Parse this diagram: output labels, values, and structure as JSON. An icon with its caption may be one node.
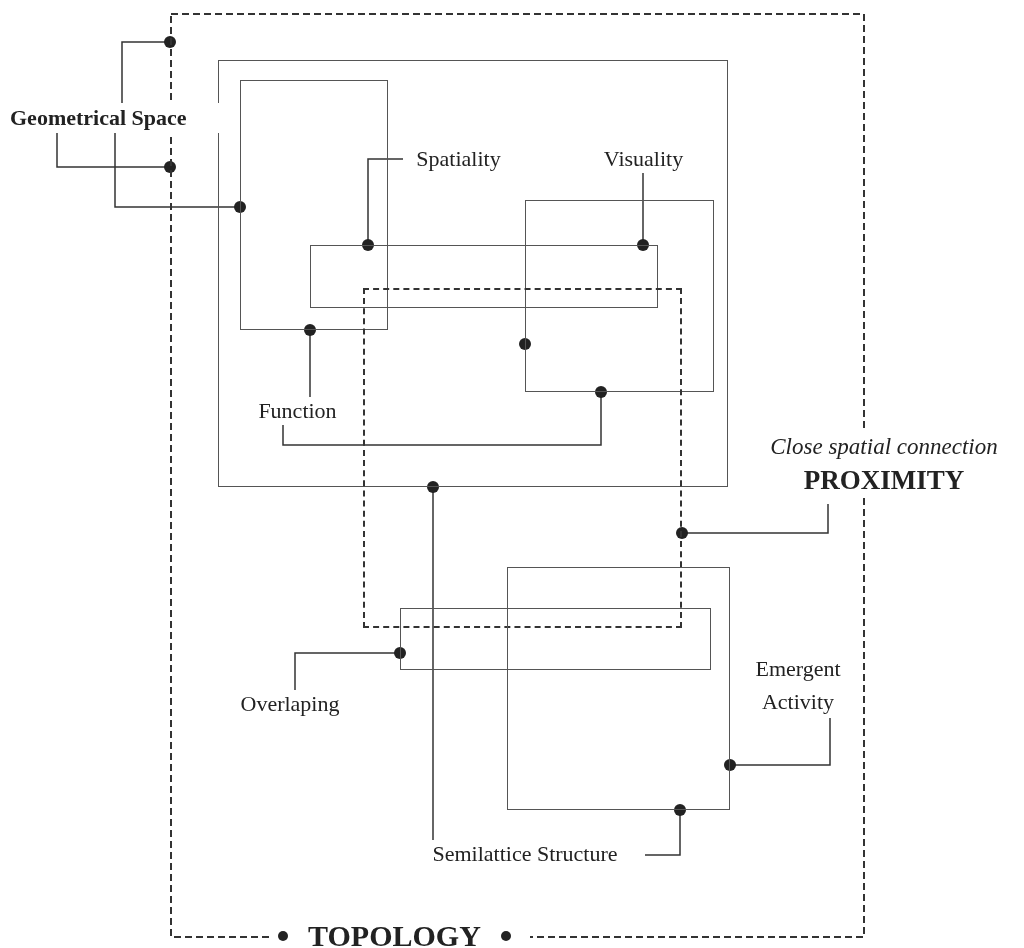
{
  "diagram": {
    "nodes": [
      {
        "text": [
          "TOPOLOGY"
        ]
      },
      {
        "text": [
          "Geometrical Space"
        ]
      },
      {
        "text": [],
        "shape": "box",
        "in": 0
      },
      {
        "text": [],
        "shape": "box",
        "in": 2
      },
      {
        "text": [
          "Spatiality"
        ],
        "in": 2
      },
      {
        "text": [
          "Visuality"
        ],
        "in": 2
      },
      {
        "text": [],
        "shape": "box",
        "in": 2
      },
      {
        "text": [],
        "shape": "box",
        "in": 2
      },
      {
        "text": [
          "Function"
        ],
        "in": 2
      },
      {
        "text": [],
        "shape": "box",
        "in": 0
      },
      {
        "text": [
          "Close spatial connection",
          "PROXIMITY"
        ]
      },
      {
        "text": [],
        "shape": "box",
        "in": 0
      },
      {
        "text": [],
        "shape": "box",
        "in": 0
      },
      {
        "text": [
          "Overlaping"
        ],
        "in": 0
      },
      {
        "text": [
          "Emergent Activity"
        ],
        "in": 0
      },
      {
        "text": [
          "Semilattice Structure"
        ],
        "in": 0
      }
    ],
    "edges": [
      {
        "from": 1,
        "to": 0,
        "arrow": "other"
      },
      {
        "from": 1,
        "to": 0,
        "arrow": "other"
      },
      {
        "from": 1,
        "to": 3,
        "arrow": "other"
      },
      {
        "from": 4,
        "to": 7,
        "arrow": "other"
      },
      {
        "from": 5,
        "to": 7,
        "arrow": "other"
      },
      {
        "from": 8,
        "to": 3,
        "arrow": "other"
      },
      {
        "from": 8,
        "to": 6,
        "arrow": "other"
      },
      {
        "from": 10,
        "to": 9,
        "arrow": "other"
      },
      {
        "from": 13,
        "to": 12,
        "arrow": "other"
      },
      {
        "from": 14,
        "to": 11,
        "arrow": "other"
      },
      {
        "from": 15,
        "to": 11,
        "arrow": "other"
      },
      {
        "from": 15,
        "to": 2,
        "arrow": "other"
      }
    ]
  }
}
